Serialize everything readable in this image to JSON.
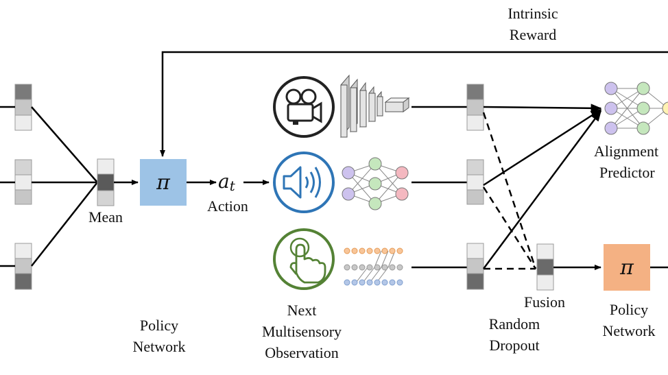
{
  "labels": {
    "intrinsic_reward": [
      "Intrinsic",
      "Reward"
    ],
    "mean": "Mean",
    "action": "Action",
    "action_symbol": "a",
    "action_subscript": "t",
    "policy_symbol": "π",
    "policy_network_left": [
      "Policy",
      "Network"
    ],
    "next_observation": [
      "Next",
      "Multisensory",
      "Observation"
    ],
    "random_dropout": [
      "Random",
      "Dropout"
    ],
    "fusion": "Fusion",
    "alignment_predictor": [
      "Alignment",
      "Predictor"
    ],
    "policy_network_right": [
      "Policy",
      "Network"
    ]
  },
  "colors": {
    "policy_left": "#9dc3e6",
    "policy_right": "#f4b183",
    "camera_ring": "#222222",
    "audio_ring": "#2e75b6",
    "touch_ring": "#548235",
    "node_purple": "#cdc2ee",
    "node_green": "#c5e7bd",
    "node_pink": "#f4b8c0",
    "node_yellow": "#fff2b3",
    "dot_orange": "#f8c69a",
    "dot_gray": "#c8c8c8",
    "dot_blue": "#b4c7e7",
    "feature_light": "#ededed",
    "feature_mid": "#c6c6c6",
    "feature_dark": "#6a6a6a"
  },
  "icons": [
    "camera-icon",
    "speaker-icon",
    "touch-hand-icon"
  ]
}
